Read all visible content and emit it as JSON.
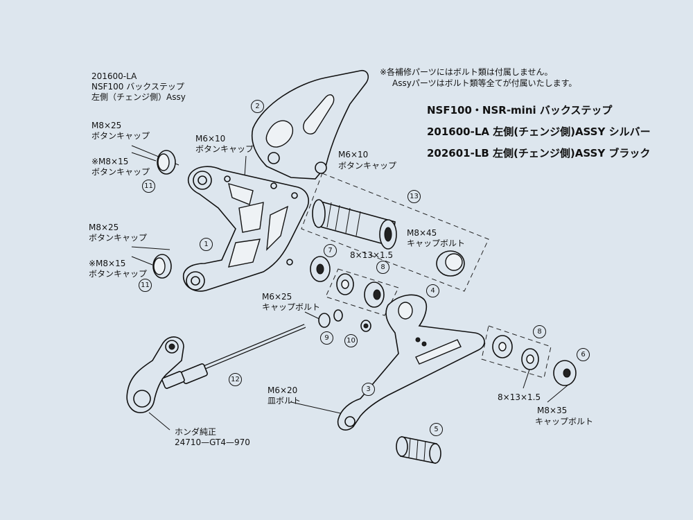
{
  "title_block": {
    "line1": "201600-LA",
    "line2": "NSF100 バックステップ",
    "line3": "左側（チェンジ側）Assy"
  },
  "notes": {
    "line1": "※各補修パーツにはボルト類は付属しません。",
    "line2": "Assyパーツはボルト類等全てが付属いたします。"
  },
  "headers": {
    "h1": "NSF100・NSR-mini バックステップ",
    "h2": "201600-LA 左側(チェンジ側)ASSY シルバー",
    "h3": "202601-LB 左側(チェンジ側)ASSY ブラック"
  },
  "labels": {
    "top_cap_size": "M8×25",
    "top_cap_type": "ボタンキャップ",
    "top_alt_size": "※M8×15",
    "top_alt_type": "ボタンキャップ",
    "m6_center_size": "M6×10",
    "m6_center_type": "ボタンキャップ",
    "m6_right_size": "M6×10",
    "m6_right_type": "ボタンキャップ",
    "mid_cap_size": "M8×25",
    "mid_cap_type": "ボタンキャップ",
    "mid_alt_size": "※M8×15",
    "mid_alt_type": "ボタンキャップ",
    "m8x45_size": "M8×45",
    "m8x45_type": "キャップボルト",
    "washer_upper": "8×13×1.5",
    "m6x25_size": "M6×25",
    "m6x25_type": "キャップボルト",
    "m6x20_size": "M6×20",
    "m6x20_type": "皿ボルト",
    "washer_lower": "8×13×1.5",
    "m8x35_size": "M8×35",
    "m8x35_type": "キャップボルト",
    "honda_name": "ホンダ純正",
    "honda_part": "24710—GT4—970"
  },
  "part_numbers": {
    "p1": "1",
    "p2": "2",
    "p3": "3",
    "p4": "4",
    "p5": "5",
    "p6": "6",
    "p7": "7",
    "p8a": "8",
    "p8b": "8",
    "p9": "9",
    "p10": "10",
    "p11a": "11",
    "p11b": "11",
    "p12": "12",
    "p13": "13"
  }
}
